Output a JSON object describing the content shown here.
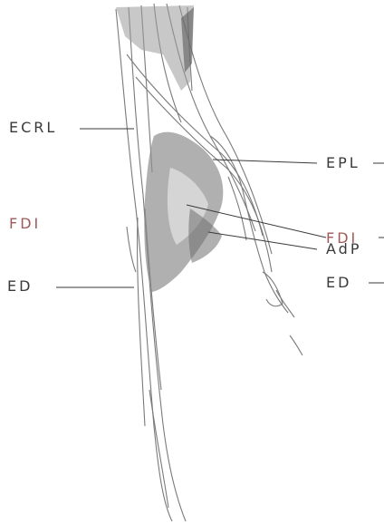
{
  "colors": {
    "ink": "#3a3a3a",
    "accent": "#a05a5a",
    "tissue": "#8e8e8e",
    "background": "#ffffff"
  },
  "labels": {
    "ecrl": "ECRL",
    "fdi_left": "FDI",
    "ed_left": "ED",
    "epl": "EPL",
    "fdi_right": "FDI",
    "adp": "AdP",
    "ed_right": "ED"
  }
}
